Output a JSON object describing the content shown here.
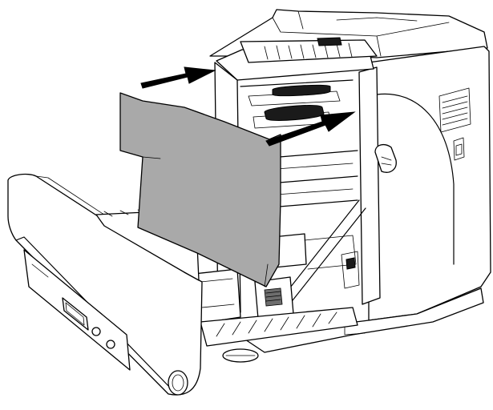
{
  "figure": {
    "subject": "printer",
    "state": "front-cover-open",
    "action": "remove-jammed-paper",
    "arrow_count": 2
  },
  "colors": {
    "background": "#ffffff",
    "outline": "#000000",
    "paper_fill": "#a9a9a9",
    "arrow_fill": "#000000"
  },
  "icons": [
    "printer-body",
    "front-cover",
    "control-panel",
    "jammed-paper",
    "pull-arrow"
  ]
}
